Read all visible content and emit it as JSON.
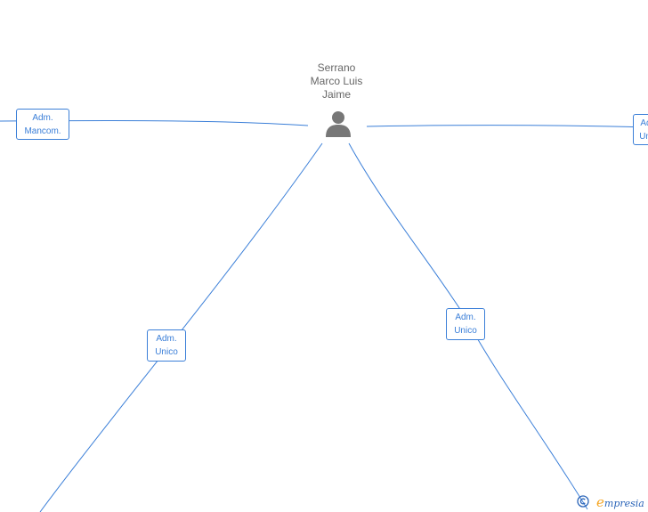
{
  "person": {
    "name_lines": [
      "Serrano",
      "Marco Luis",
      "Jaime"
    ],
    "icon": "person-icon"
  },
  "edges": [
    {
      "id": "left",
      "label_lines": [
        "Adm.",
        "Mancom."
      ]
    },
    {
      "id": "right",
      "label_lines": [
        "Adm.",
        "Unico"
      ]
    },
    {
      "id": "lower-left",
      "label_lines": [
        "Adm.",
        "Unico"
      ]
    },
    {
      "id": "lower-right",
      "label_lines": [
        "Adm.",
        "Unico"
      ]
    }
  ],
  "logo": {
    "icon": "copyright-icon",
    "first_letter": "e",
    "rest": "mpresia"
  },
  "colors": {
    "edge": "#3b7fd8",
    "person_text": "#666666",
    "person_icon": "#777777",
    "logo_accent": "#f5a623"
  }
}
